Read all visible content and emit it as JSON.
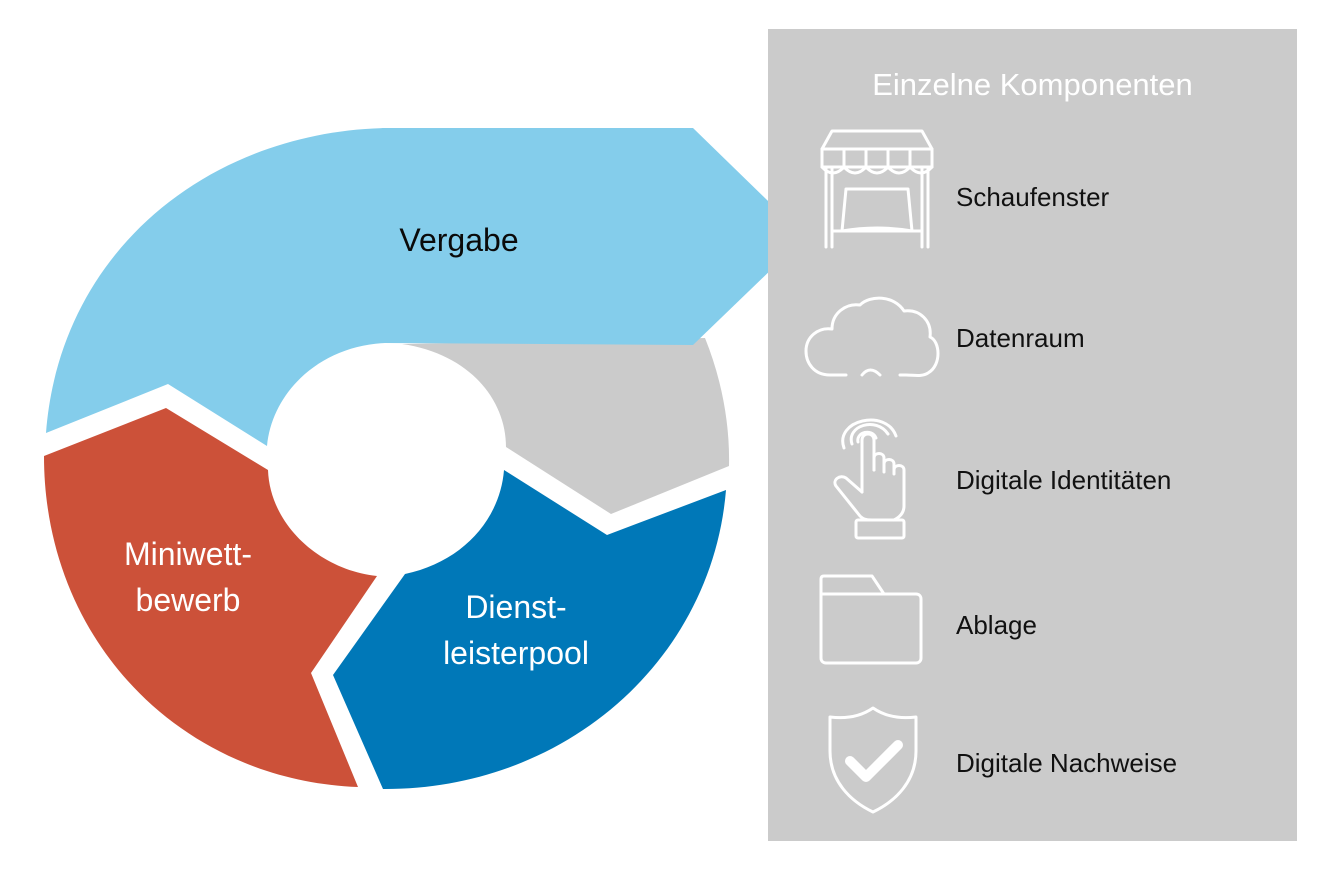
{
  "cycle": {
    "segments": [
      {
        "id": "vergabe",
        "lines": [
          "Vergabe"
        ],
        "color": "#84cdeb",
        "text_color": "#0a0a0a"
      },
      {
        "id": "dienstleisterpool",
        "lines": [
          "Dienst-",
          "leisterpool"
        ],
        "color": "#0078b8",
        "text_color": "#ffffff"
      },
      {
        "id": "miniwettbewerb",
        "lines": [
          "Miniwett-",
          "bewerb"
        ],
        "color": "#cc5139",
        "text_color": "#ffffff"
      },
      {
        "id": "grey-segment",
        "lines": [],
        "color": "#cbcbcb",
        "text_color": "#ffffff"
      }
    ]
  },
  "panel": {
    "title": "Einzelne Komponenten",
    "background": "#cbcbcb",
    "items": [
      {
        "icon": "storefront-icon",
        "label": "Schaufenster"
      },
      {
        "icon": "cloud-icon",
        "label": "Datenraum"
      },
      {
        "icon": "touch-hand-icon",
        "label": "Digitale Identitäten"
      },
      {
        "icon": "folder-icon",
        "label": "Ablage"
      },
      {
        "icon": "shield-check-icon",
        "label": "Digitale Nachweise"
      }
    ]
  }
}
